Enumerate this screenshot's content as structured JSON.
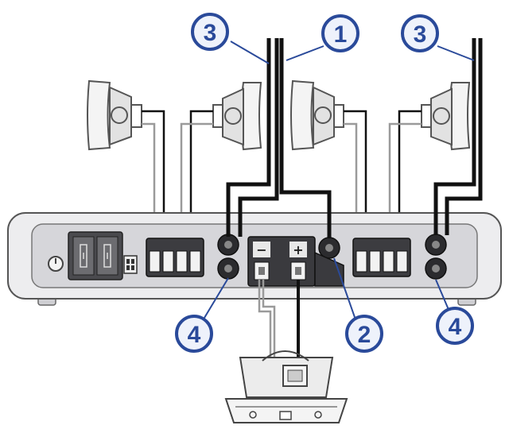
{
  "callouts": {
    "one": "1",
    "two": "2",
    "three_left": "3",
    "three_right": "3",
    "four_left": "4",
    "four_right": "4"
  },
  "terminal_signs": {
    "minus": "−",
    "plus": "+"
  },
  "colors": {
    "callout_blue": "#2a4a9a",
    "callout_fill": "#eef2fb",
    "wire_black": "#111111",
    "wire_grey": "#9a9a9a",
    "unit_body": "#ededef",
    "unit_panel": "#d6d6da"
  }
}
